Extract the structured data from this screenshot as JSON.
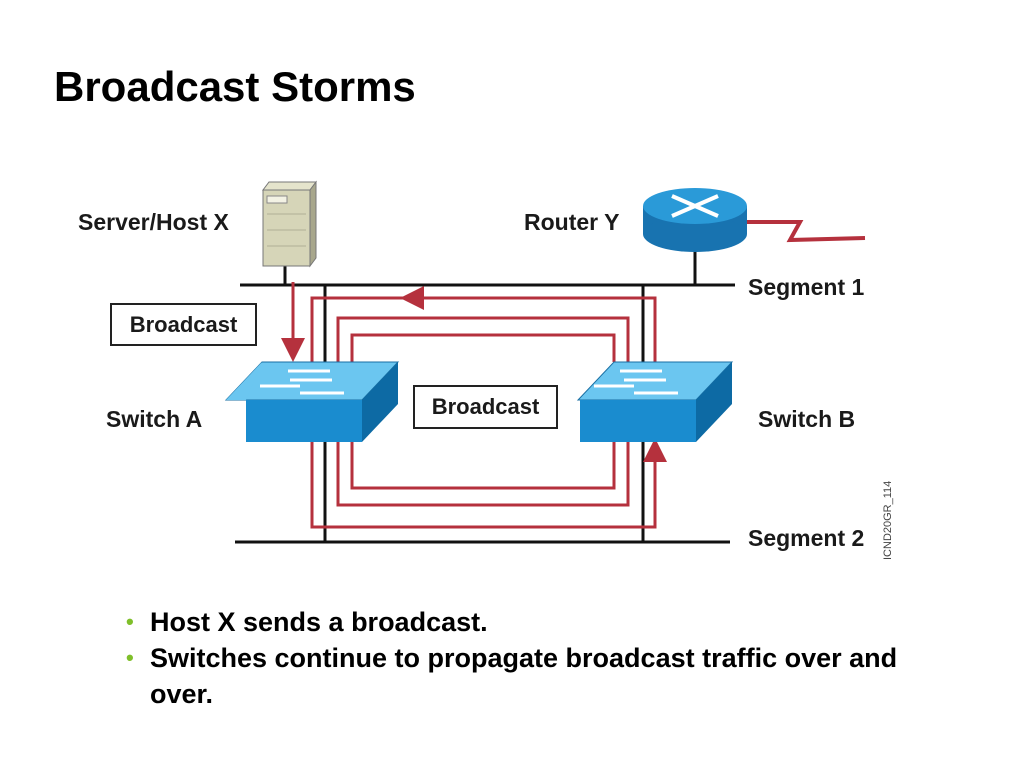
{
  "slide": {
    "title": "Broadcast Storms"
  },
  "diagram": {
    "server_label": "Server/Host X",
    "router_label": "Router Y",
    "segment1_label": "Segment 1",
    "segment2_label": "Segment 2",
    "switch_a_label": "Switch A",
    "switch_b_label": "Switch B",
    "broadcast_left": "Broadcast",
    "broadcast_center": "Broadcast",
    "figure_code": "ICND20GR_114",
    "colors": {
      "loop_red": "#b5313d",
      "switch_blue": "#1a8ccf",
      "router_blue": "#1f8ecf",
      "bullet_green": "#7fbf2a"
    },
    "icons": [
      "server-icon",
      "router-icon",
      "switch-icon"
    ]
  },
  "bullets": [
    {
      "text": "Host X sends a broadcast."
    },
    {
      "text": "Switches continue to propagate broadcast traffic over and over."
    }
  ]
}
